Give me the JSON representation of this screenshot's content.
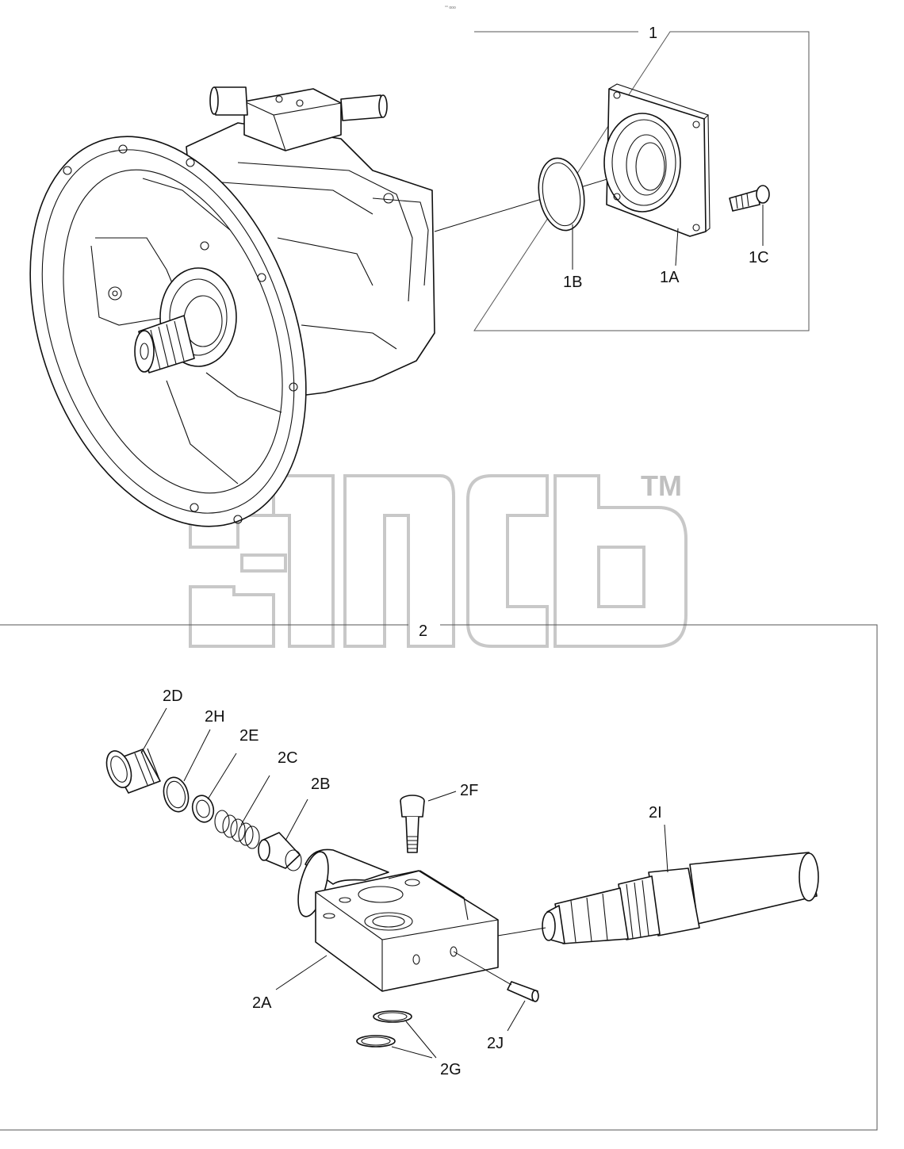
{
  "header_mark": "°° ooo",
  "watermark_tm": "TM",
  "labels": {
    "g1": "1",
    "p1A": "1A",
    "p1B": "1B",
    "p1C": "1C",
    "g2": "2",
    "p2A": "2A",
    "p2B": "2B",
    "p2C": "2C",
    "p2D": "2D",
    "p2E": "2E",
    "p2F": "2F",
    "p2G": "2G",
    "p2H": "2H",
    "p2I": "2I",
    "p2J": "2J"
  }
}
